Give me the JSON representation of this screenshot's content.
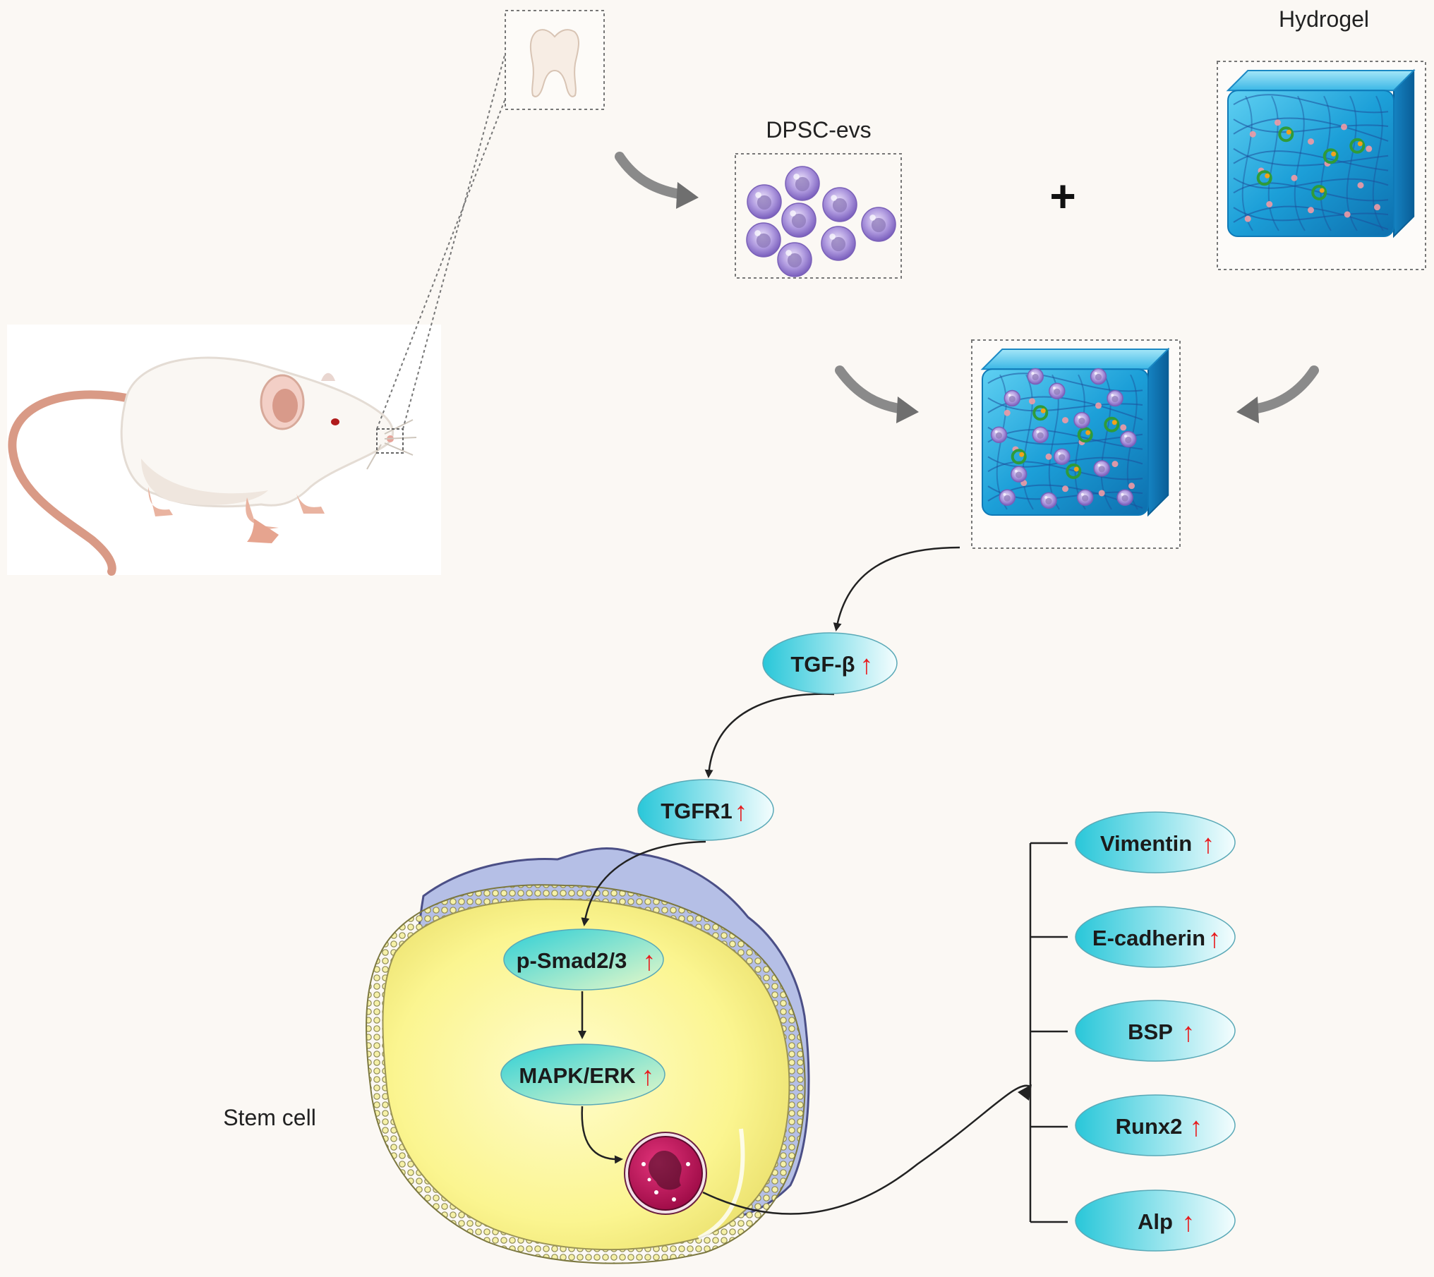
{
  "labels": {
    "dpsc_evs": "DPSC-evs",
    "hydrogel": "Hydrogel",
    "plus": "+",
    "stem_cell": "Stem cell"
  },
  "up_arrow": "↑",
  "pathway": [
    {
      "id": "tgfb",
      "text": "TGF-β"
    },
    {
      "id": "tgfr1",
      "text": "TGFR1"
    },
    {
      "id": "psmad",
      "text": "p-Smad2/3"
    },
    {
      "id": "mapk",
      "text": "MAPK/ERK"
    }
  ],
  "targets": [
    {
      "id": "vimentin",
      "text": "Vimentin"
    },
    {
      "id": "ecadherin",
      "text": "E-cadherin"
    },
    {
      "id": "bsp",
      "text": "BSP"
    },
    {
      "id": "runx2",
      "text": "Runx2"
    },
    {
      "id": "alp",
      "text": "Alp"
    }
  ],
  "colors": {
    "background": "#fbf8f4",
    "ellipse_start": "#29c7d9",
    "ellipse_end": "#f4fdfe",
    "up_arrow": "#e8191c",
    "hydrogel_blue": "#1aa3dc",
    "vesicle_purple": "#9b7fd0",
    "cell_yellow": "#fbf79a",
    "nucleus": "#c8125a"
  }
}
